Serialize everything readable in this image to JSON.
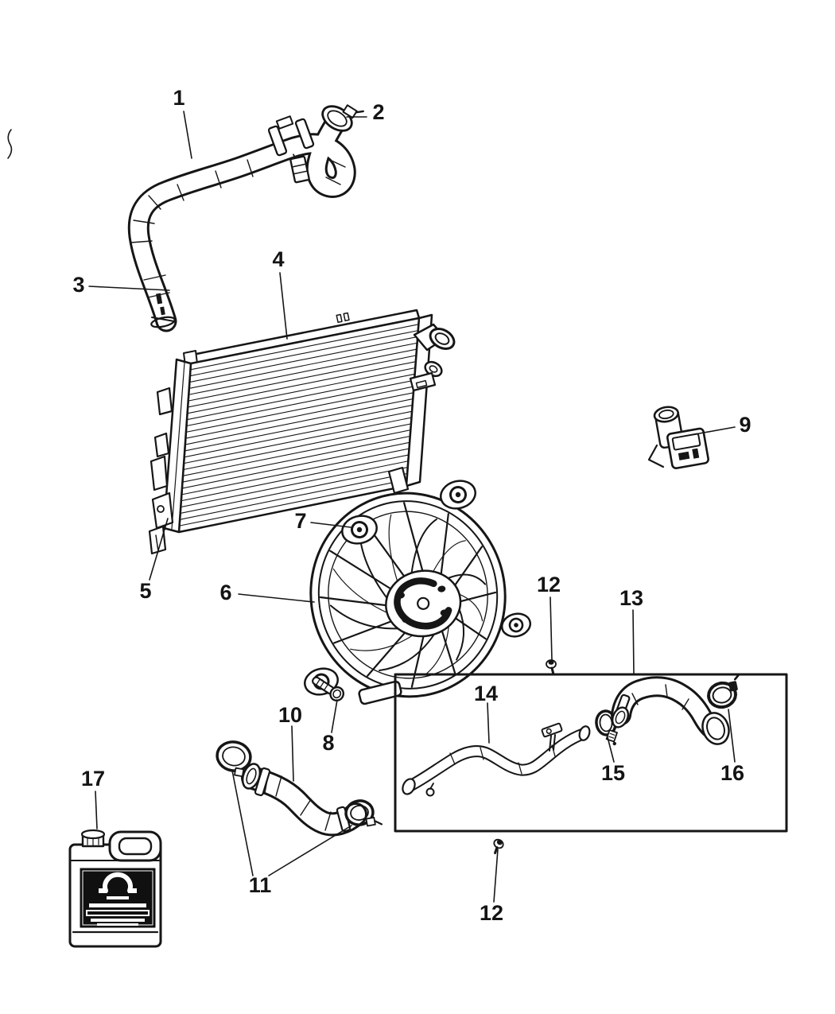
{
  "page": {
    "background": "#ffffff",
    "line_color": "#161616"
  },
  "diagram": {
    "type": "exploded-parts-diagram",
    "subject": "Engine cooling system - radiator, hoses, fan module and coolant",
    "callouts": [
      {
        "number": "1",
        "part": "upper radiator hose"
      },
      {
        "number": "2",
        "part": "upper hose clamp"
      },
      {
        "number": "3",
        "part": "upper hose end"
      },
      {
        "number": "4",
        "part": "radiator"
      },
      {
        "number": "5",
        "part": "radiator lower bracket"
      },
      {
        "number": "6",
        "part": "fan shroud module"
      },
      {
        "number": "7",
        "part": "fan mount grommet"
      },
      {
        "number": "8",
        "part": "fan mounting bolt"
      },
      {
        "number": "9",
        "part": "coolant temperature sensor"
      },
      {
        "number": "10",
        "part": "lower radiator hose"
      },
      {
        "number": "11",
        "part": "lower hose clamps"
      },
      {
        "number": "12",
        "part": "mounting screw upper"
      },
      {
        "number": "13",
        "part": "coolant outlet hose"
      },
      {
        "number": "14",
        "part": "coolant tube"
      },
      {
        "number": "15",
        "part": "tube clamp"
      },
      {
        "number": "16",
        "part": "hose ring clamp"
      },
      {
        "number": "17",
        "part": "coolant jug"
      },
      {
        "number": "12",
        "part": "mounting screw lower"
      }
    ]
  }
}
